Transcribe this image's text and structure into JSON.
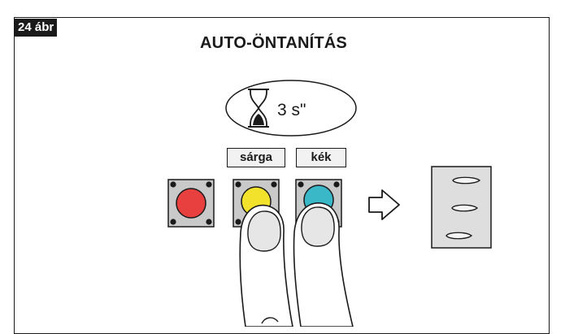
{
  "figure_label": "24 ábr",
  "title": "AUTO-ÖNTANÍTÁS",
  "timer": {
    "text": "3 s\"",
    "icon": "hourglass-icon"
  },
  "button_labels": {
    "yellow": "sárga",
    "blue": "kék"
  },
  "colors": {
    "red": "#e8403f",
    "yellow": "#f2e22c",
    "blue": "#3bb8c8",
    "panel": "#c9c9c9",
    "outline": "#1a1a1a"
  },
  "icons": {
    "arrow": "right-arrow-icon",
    "receiver": "receiver-panel-icon"
  }
}
